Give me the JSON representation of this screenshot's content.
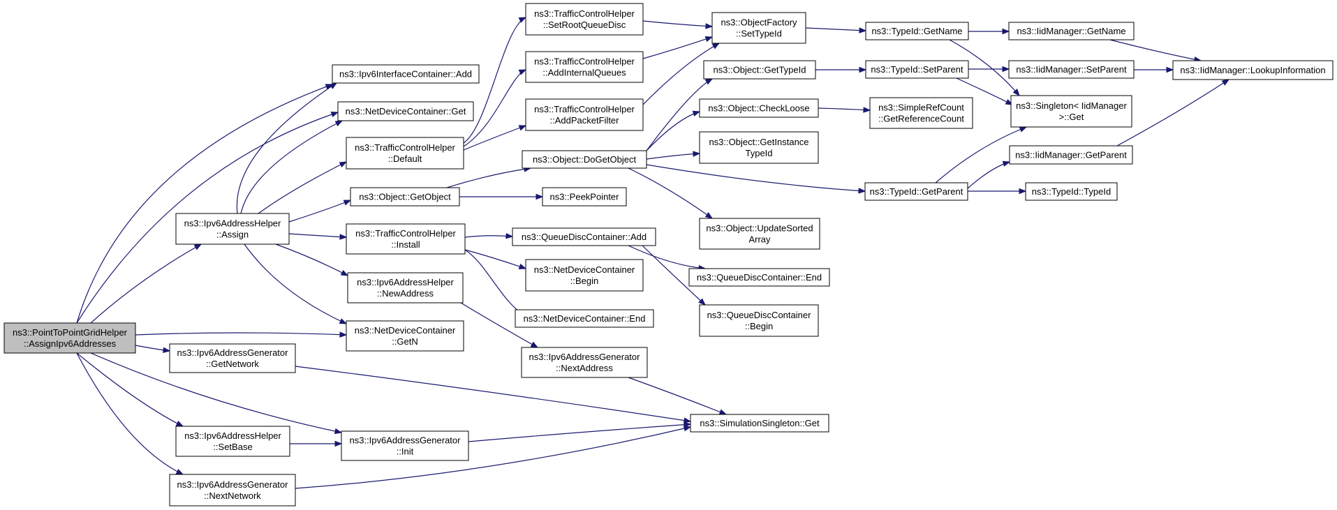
{
  "colors": {
    "edge": "#191970",
    "node_border": "#000000",
    "root_fill": "#bfbfbf",
    "node_fill": "#ffffff"
  },
  "nodes": {
    "root": {
      "lines": [
        "ns3::PointToPointGridHelper",
        "::AssignIpv6Addresses"
      ]
    },
    "ipv6cont_add": {
      "lines": [
        "ns3::Ipv6InterfaceContainer::Add"
      ]
    },
    "ndc_get": {
      "lines": [
        "ns3::NetDeviceContainer::Get"
      ]
    },
    "tch_default": {
      "lines": [
        "ns3::TrafficControlHelper",
        "::Default"
      ]
    },
    "ipv6ah_assign": {
      "lines": [
        "ns3::Ipv6AddressHelper",
        "::Assign"
      ]
    },
    "obj_getobject": {
      "lines": [
        "ns3::Object::GetObject"
      ]
    },
    "tch_install": {
      "lines": [
        "ns3::TrafficControlHelper",
        "::Install"
      ]
    },
    "ipv6ah_newaddr": {
      "lines": [
        "ns3::Ipv6AddressHelper",
        "::NewAddress"
      ]
    },
    "ndc_getn": {
      "lines": [
        "ns3::NetDeviceContainer",
        "::GetN"
      ]
    },
    "ipv6ag_getnet": {
      "lines": [
        "ns3::Ipv6AddressGenerator",
        "::GetNetwork"
      ]
    },
    "ipv6ah_setbase": {
      "lines": [
        "ns3::Ipv6AddressHelper",
        "::SetBase"
      ]
    },
    "ipv6ag_init": {
      "lines": [
        "ns3::Ipv6AddressGenerator",
        "::Init"
      ]
    },
    "ipv6ag_nextnet": {
      "lines": [
        "ns3::Ipv6AddressGenerator",
        "::NextNetwork"
      ]
    },
    "tch_setroot": {
      "lines": [
        "ns3::TrafficControlHelper",
        "::SetRootQueueDisc"
      ]
    },
    "tch_addinternal": {
      "lines": [
        "ns3::TrafficControlHelper",
        "::AddInternalQueues"
      ]
    },
    "tch_addfilter": {
      "lines": [
        "ns3::TrafficControlHelper",
        "::AddPacketFilter"
      ]
    },
    "obj_dogetobject": {
      "lines": [
        "ns3::Object::DoGetObject"
      ]
    },
    "peekpointer": {
      "lines": [
        "ns3::PeekPointer"
      ]
    },
    "qdc_add": {
      "lines": [
        "ns3::QueueDiscContainer::Add"
      ]
    },
    "ndc_begin": {
      "lines": [
        "ns3::NetDeviceContainer",
        "::Begin"
      ]
    },
    "ndc_end": {
      "lines": [
        "ns3::NetDeviceContainer::End"
      ]
    },
    "ipv6ag_nextaddr": {
      "lines": [
        "ns3::Ipv6AddressGenerator",
        "::NextAddress"
      ]
    },
    "simsingleton_get": {
      "lines": [
        "ns3::SimulationSingleton::Get"
      ]
    },
    "objfactory_settypeid": {
      "lines": [
        "ns3::ObjectFactory",
        "::SetTypeId"
      ]
    },
    "obj_gettypeid": {
      "lines": [
        "ns3::Object::GetTypeId"
      ]
    },
    "obj_checkloose": {
      "lines": [
        "ns3::Object::CheckLoose"
      ]
    },
    "obj_getinstance": {
      "lines": [
        "ns3::Object::GetInstance",
        "TypeId"
      ]
    },
    "obj_updatesorted": {
      "lines": [
        "ns3::Object::UpdateSorted",
        "Array"
      ]
    },
    "qdc_end": {
      "lines": [
        "ns3::QueueDiscContainer::End"
      ]
    },
    "qdc_begin": {
      "lines": [
        "ns3::QueueDiscContainer",
        "::Begin"
      ]
    },
    "typeid_getname": {
      "lines": [
        "ns3::TypeId::GetName"
      ]
    },
    "typeid_setparent": {
      "lines": [
        "ns3::TypeId::SetParent"
      ]
    },
    "simplerefcount": {
      "lines": [
        "ns3::SimpleRefCount",
        "::GetReferenceCount"
      ]
    },
    "typeid_getparent": {
      "lines": [
        "ns3::TypeId::GetParent"
      ]
    },
    "iidm_getname": {
      "lines": [
        "ns3::IidManager::GetName"
      ]
    },
    "iidm_setparent": {
      "lines": [
        "ns3::IidManager::SetParent"
      ]
    },
    "singleton_get": {
      "lines": [
        "ns3::Singleton< IidManager",
        ">::Get"
      ]
    },
    "iidm_getparent": {
      "lines": [
        "ns3::IidManager::GetParent"
      ]
    },
    "typeid_typeid": {
      "lines": [
        "ns3::TypeId::TypeId"
      ]
    },
    "iidm_lookup": {
      "lines": [
        "ns3::IidManager::LookupInformation"
      ]
    }
  }
}
